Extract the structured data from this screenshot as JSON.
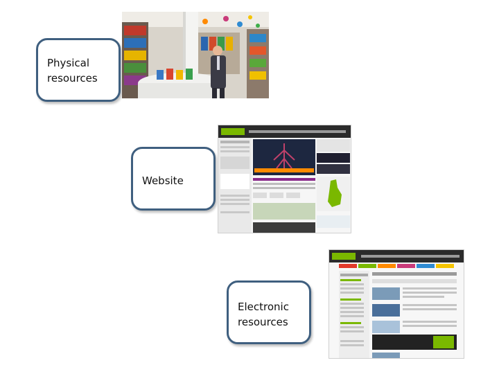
{
  "labels": {
    "physical": "Physical\nresources",
    "website": "Website",
    "electronic": "Electronic\nresources"
  },
  "images": {
    "library_photo": "library-photo",
    "website_screenshot": "stem-website-screenshot",
    "electronic_screenshot": "stem-elibrary-screenshot"
  },
  "colors": {
    "box_border": "#3f5f7f",
    "stem_dark": "#2b2b2b",
    "stem_green": "#7ab800"
  }
}
